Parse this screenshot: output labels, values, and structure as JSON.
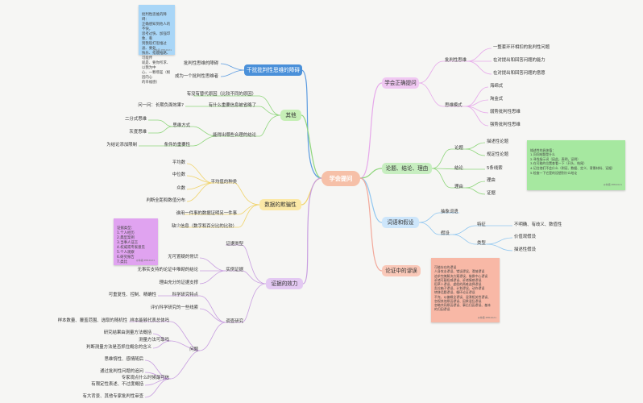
{
  "center": "学会提问",
  "left": {
    "b1": {
      "label": "干扰批判性思维的障碍",
      "items": [
        "批判性思维的障碍",
        "成为一个批判性思维者"
      ]
    },
    "b2": {
      "label": "其他",
      "items": [
        "有没有替代原因（比较不同的原因）",
        "有什么重要信息被省略了",
        "问一问：长期负面效果?",
        "能得出哪些合理的结论",
        "思维方式",
        "二分式思维",
        "灰度思维",
        "条件的重要性",
        "为结论添加限制"
      ]
    },
    "b3": {
      "label": "数据的欺骗性",
      "items": [
        "平均值的种类",
        "平均数",
        "中位数",
        "众数",
        "判断全距和数值分布",
        "谁用一件事的数据证明另一件事",
        "缺少信息（数字和百分比的比较）"
      ]
    },
    "b4": {
      "label": "证据的效力",
      "items": [
        "证据类型",
        "实例证据",
        "无可置疑的常识",
        "无事实支持的论证中堆砌的结论",
        "理由充分的证据支撑",
        "调查研究",
        "科学研究特点",
        "可重复性、控制、精确性",
        "评价科学研究的一些线索",
        "问题",
        "样本能够代表总体吗",
        "样本数量、覆盖范围、选取的随机性",
        "测量方法可靠吗",
        "研究结果由测量方法概括",
        "判断测量方法是否抓住概念的含义",
        "专家观点什么时候最可信",
        "思维惰性、感情随后",
        "通过批判性问题的追问",
        "有限定性表述、不过度概括",
        "有大背景、其他专家批判性审查"
      ]
    }
  },
  "right": {
    "b5": {
      "label": "学会正确提问",
      "items": [
        "批判性思维",
        "一整套环环相扣的批判性问题",
        "在对提出和回答问题的能力",
        "在对提出和回答问题的意愿",
        "思维模式",
        "海绵式",
        "淘金式",
        "弱势批判性思维",
        "强势批判性思维"
      ]
    },
    "b6": {
      "label": "论题、结论、理由",
      "items": [
        "论题",
        "描述性论题",
        "规定性论题",
        "结论",
        "5条线索",
        "理由",
        "理由",
        "证据"
      ]
    },
    "b7": {
      "label": "词语和假设",
      "items": [
        "抽象词语",
        "假设",
        "特征",
        "不明确、有歧义、数值性",
        "类型",
        "价值观假设",
        "描述性假设"
      ]
    },
    "b8": {
      "label": "论证中的谬误"
    }
  },
  "notes": [
    {
      "text": "批判性思维的障碍：\n正确感知到他人的不快，\n思考过快、加强印象、看\n到我现打思维过滤、要处\n快乐、指鹿推路、可能传\n就是、要你所求、以我为中\n心、一颗增差（根因内心\n的幸福感）",
      "sig": "@林森·PPR2021"
    },
    {
      "text": "证据类型：\n1.个人经历\n2.典型案例\n3.当事人证言\n4.权威或专家意见\n5.个人观察\n6.研究报告\n7.类比",
      "sig": "@林森·PPR2021"
    },
    {
      "text": "描述性的具体值：\n1.问问结题是什么\n2.寻找指示词（因此，表明，证明）\n3.在可能的位置查看一下（开头、结尾）\n4.记住他们不会什么（例证、数据、定义、背景材料、证据）\n5.检查一下它是的设想到什么结论",
      "sig": "@林森·PPR2021"
    },
    {
      "text": "可能存在的谬误\n人身攻击谬误、错误谬误、滑坡谬误\n追求完美解决方案谬误、偷换中心谬误\n诉诸可疑权威谬误、诉诸情感谬误\n稻草人谬误、虚假的两难选择谬误\n乱拉箱子谬误、计划谬误、动作谬误\n转移话题谬误、循环论证谬误\n不充、以偏概全谬误、混淆相关性谬误、\n忽视其他原因谬误、因果混乱谬误\n忽略共同原因谬误、事后归因谬误、基本\n的归因谬误",
      "sig": "@林森·PPR2021"
    }
  ],
  "colors": {
    "center": "#f6c0a8",
    "b1": "#4a90d9",
    "b2": "#c6efb6",
    "b3": "#fbe8a6",
    "b4": "#e3c9f2",
    "b5": "#f0c8f2",
    "b6": "#c7eec0",
    "b7": "#cde6fb",
    "b8": "#f9c8b8"
  }
}
